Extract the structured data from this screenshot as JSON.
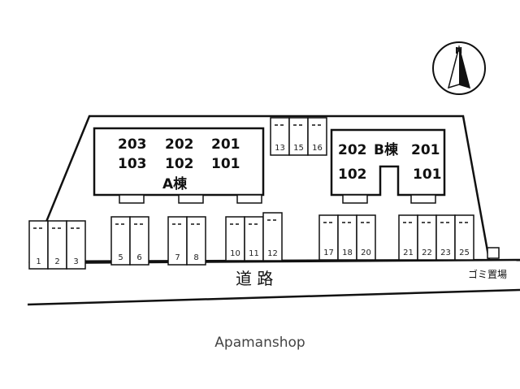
{
  "compass": {
    "letter": "N",
    "icon": "north-arrow-icon"
  },
  "building_a": {
    "name": "A棟",
    "rooms_top": [
      "203",
      "202",
      "201"
    ],
    "rooms_bottom": [
      "103",
      "102",
      "101"
    ]
  },
  "building_b": {
    "name": "B棟",
    "rooms_top_left": "202",
    "rooms_top_right": "201",
    "rooms_bottom_left": "102",
    "rooms_bottom_right": "101"
  },
  "parking_spaces": [
    "1",
    "2",
    "3",
    "5",
    "6",
    "7",
    "8",
    "10",
    "11",
    "12",
    "13",
    "15",
    "16",
    "17",
    "18",
    "20",
    "21",
    "22",
    "23",
    "25"
  ],
  "road_label": "道 路",
  "garbage_label": "ゴミ置場",
  "watermark": "Apamanshop"
}
